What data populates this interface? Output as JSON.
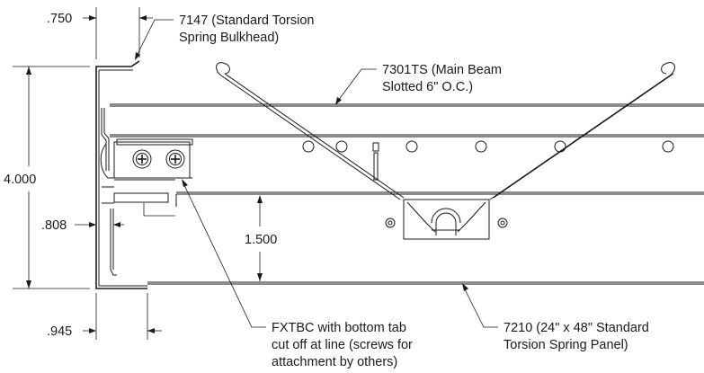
{
  "labels": {
    "bulkhead_line1": "7147 (Standard Torsion",
    "bulkhead_line2": "Spring Bulkhead)",
    "beam_line1": "7301TS (Main Beam",
    "beam_line2": "Slotted 6\" O.C.)",
    "panel_line1": "7210 (24\" x 48\" Standard",
    "panel_line2": "Torsion Spring Panel)",
    "bracket_line1": "FXTBC with bottom tab",
    "bracket_line2": "cut off at line (screws for",
    "bracket_line3": "attachment by others)"
  },
  "dimensions": {
    "top_width": ".750",
    "overall_height": "4.000",
    "tab_height": ".808",
    "panel_gap": "1.500",
    "bottom_width": ".945"
  }
}
